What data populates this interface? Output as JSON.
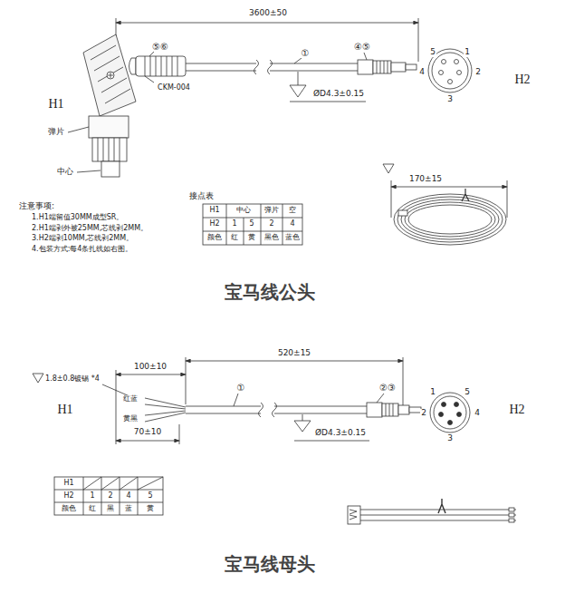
{
  "diagram": {
    "labels": [
      "3600±50",
      "⑤⑥",
      "CKM-004",
      "①",
      "④⑤",
      "H1",
      "H2",
      "ØD4.3±0.15",
      "5",
      "1",
      "4",
      "2",
      "3",
      "弹片",
      "中心",
      "注意事项:",
      "1.H1端留值30MM成型SR。",
      "2.H1端剥外被25MM,芯线剥2MM。",
      "3.H2端剥10MM,芯线剥2MM。",
      "4.包装方式:每4条扎线如右图。",
      "接点表",
      "H1",
      "中心",
      "弹片",
      "空",
      "H2",
      "1",
      "5",
      "2",
      "4",
      "颜色",
      "红",
      "黄",
      "黑色",
      "蓝色",
      "170±15",
      "宝马线公头",
      "1.8±0.8镀锡 *4",
      "100±10",
      "520±15",
      "①",
      "②③",
      "H1",
      "红蓝",
      "黄黑",
      "70±10",
      "ØD4.3±0.15",
      "H2",
      "1",
      "5",
      "2",
      "4",
      "3",
      "H1",
      "H2",
      "1",
      "2",
      "4",
      "5",
      "颜色",
      "红",
      "黑",
      "蓝",
      "黄",
      "宝马线母头"
    ]
  }
}
